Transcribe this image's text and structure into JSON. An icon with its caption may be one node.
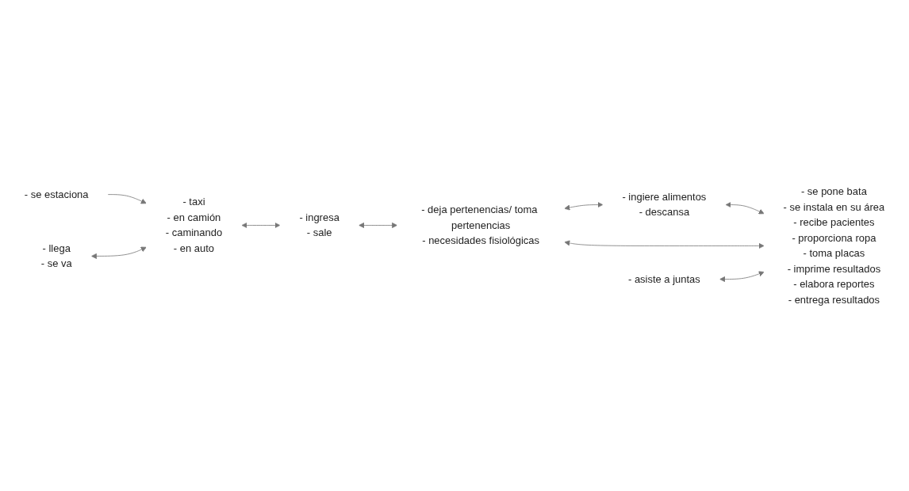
{
  "diagram": {
    "nodes": [
      {
        "text": [
          "- ingiere alimentos",
          "- descansa"
        ]
      },
      {
        "text": [
          "- se estaciona"
        ]
      },
      {
        "text": [
          "- llega",
          "- se va"
        ]
      },
      {
        "text": [
          "- taxi",
          "- en camión",
          "- caminando",
          "- en auto"
        ]
      },
      {
        "text": [
          "- ingresa",
          "- sale"
        ]
      },
      {
        "text": [
          "- deja pertenencias/ toma pertenencias",
          "- necesidades fisiológicas"
        ]
      },
      {
        "text": [
          "- se pone bata",
          "- se instala en su área",
          "- recibe pacientes",
          "- proporciona ropa",
          "- toma placas",
          "- imprime resultados",
          "- elabora reportes",
          "- entrega resultados"
        ]
      },
      {
        "text": [
          "- asiste a juntas"
        ]
      }
    ],
    "edges": [
      {
        "from": 1,
        "to": 3,
        "arrow": "to"
      },
      {
        "from": 2,
        "to": 3,
        "arrow": "both"
      },
      {
        "from": 3,
        "to": 4,
        "arrow": "both"
      },
      {
        "from": 4,
        "to": 5,
        "arrow": "both"
      },
      {
        "from": 5,
        "to": 0,
        "arrow": "both"
      },
      {
        "from": 0,
        "to": 6,
        "arrow": "both"
      },
      {
        "from": 5,
        "to": 6,
        "arrow": "both"
      },
      {
        "from": 7,
        "to": 6,
        "arrow": "both"
      }
    ]
  }
}
